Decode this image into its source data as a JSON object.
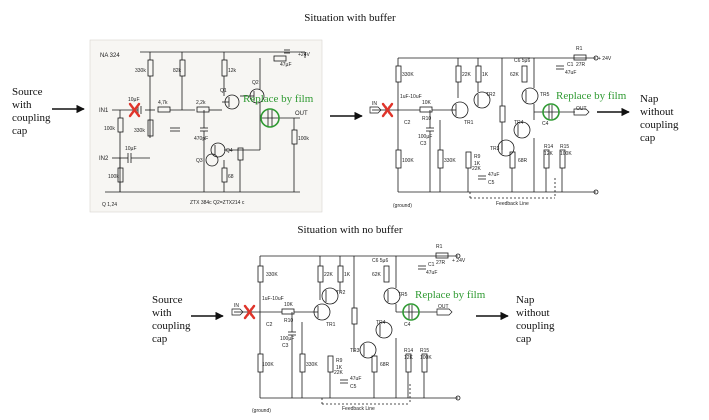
{
  "titles": {
    "top": "Situation with buffer",
    "bottom": "Situation with no buffer"
  },
  "annotations": {
    "replace": "Replace by film",
    "source": [
      "Source",
      "with",
      "coupling",
      "cap"
    ],
    "nap": [
      "Nap",
      "without",
      "coupling",
      "cap"
    ]
  },
  "schematic_na324": {
    "model": "NA 324",
    "in1": "IN1",
    "in2": "IN2",
    "out": "OUT",
    "supply": "+24V",
    "parts": [
      "330k",
      "82k",
      "12k",
      "47µF",
      "10µF",
      "4,7k",
      "2,2k",
      "100k",
      "330k",
      "470pF",
      "Q1",
      "Q2",
      "Q3",
      "Q4",
      "68",
      "100k",
      "100k",
      "10µF"
    ],
    "footer": "ZTX 384c      Q2=ZTX214 c",
    "corner": "Q 1,24"
  },
  "schematic_buffer": {
    "in": "IN",
    "out": "OUT",
    "r1": "R1",
    "r1v": "27R",
    "supply": "+ 24V",
    "ground": "(ground)",
    "feedback": "Feedback Line",
    "parts": [
      "330K",
      "22K",
      "1K",
      "C6 5µ6",
      "C1",
      "47uF",
      "62K",
      "TR1",
      "TR2",
      "TR3",
      "TR4",
      "TR5",
      "10K",
      "R10",
      "1uF-10uF",
      "C2",
      "100µF",
      "C3",
      "100K",
      "330K",
      "R9",
      "1K",
      "47uF",
      "C5",
      "22K",
      "68R",
      "R14",
      "12K",
      "R15",
      "100K",
      "C4"
    ]
  },
  "schematic_nobuffer": {
    "in": "IN",
    "out": "OUT",
    "r1": "R1",
    "r1v": "27R",
    "supply": "+ 24V",
    "ground": "(ground)",
    "feedback": "Feedback Line",
    "parts": [
      "330K",
      "22K",
      "1K",
      "C6 5µ6",
      "C1",
      "47uF",
      "62K",
      "TR1",
      "TR2",
      "TR3",
      "TR4",
      "TR5",
      "10K",
      "R10",
      "1uF-10uF",
      "C2",
      "100µF",
      "C3",
      "100K",
      "330K",
      "R9",
      "1K",
      "47uF",
      "C5",
      "22K",
      "68R",
      "R14",
      "12K",
      "R15",
      "100K",
      "C4"
    ]
  },
  "colors": {
    "green": "#2f9a32",
    "red": "#e0342a"
  }
}
